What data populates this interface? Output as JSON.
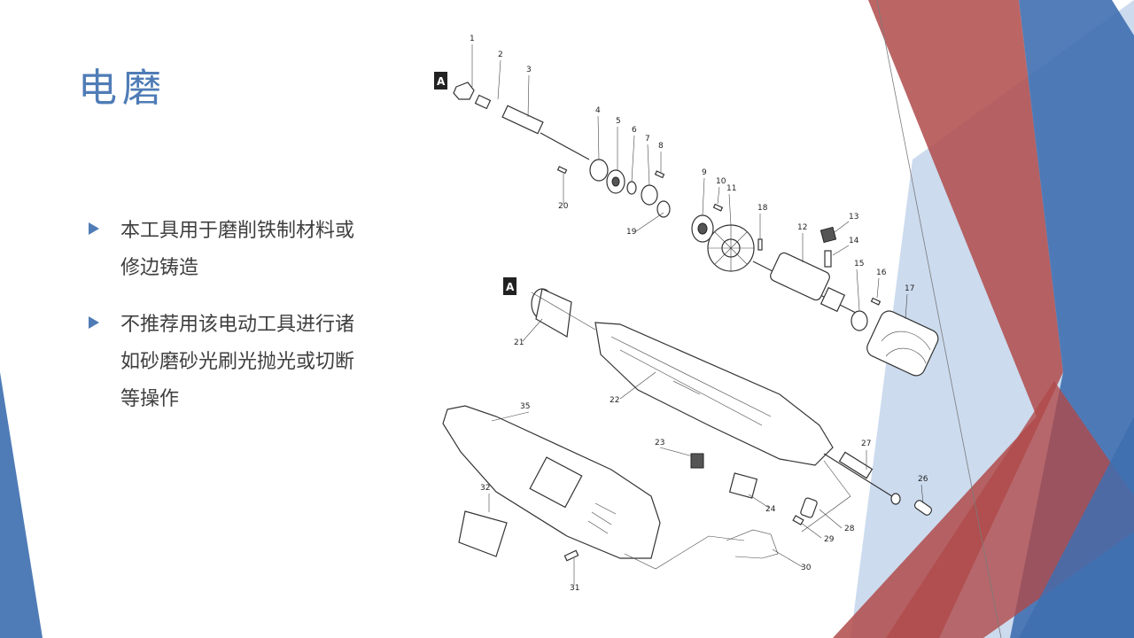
{
  "slide": {
    "title": "电磨",
    "bullets": [
      "本工具用于磨削铁制材料或修边铸造",
      "不推荐用该电动工具进行诸如砂磨砂光刷光抛光或切断等操作"
    ]
  },
  "diagram": {
    "section_marker": "A",
    "part_numbers": [
      "1",
      "2",
      "3",
      "4",
      "5",
      "6",
      "7",
      "8",
      "9",
      "10",
      "11",
      "12",
      "13",
      "14",
      "15",
      "16",
      "17",
      "18",
      "19",
      "20",
      "21",
      "22",
      "23",
      "24",
      "26",
      "27",
      "28",
      "29",
      "30",
      "31",
      "32",
      "35"
    ]
  },
  "colors": {
    "accent": "#4f7cb6",
    "text": "#3f3f3f",
    "red_band": "#b04a4a",
    "blue_band": "#3f6fb0",
    "light_blue": "#c7d7ec"
  }
}
